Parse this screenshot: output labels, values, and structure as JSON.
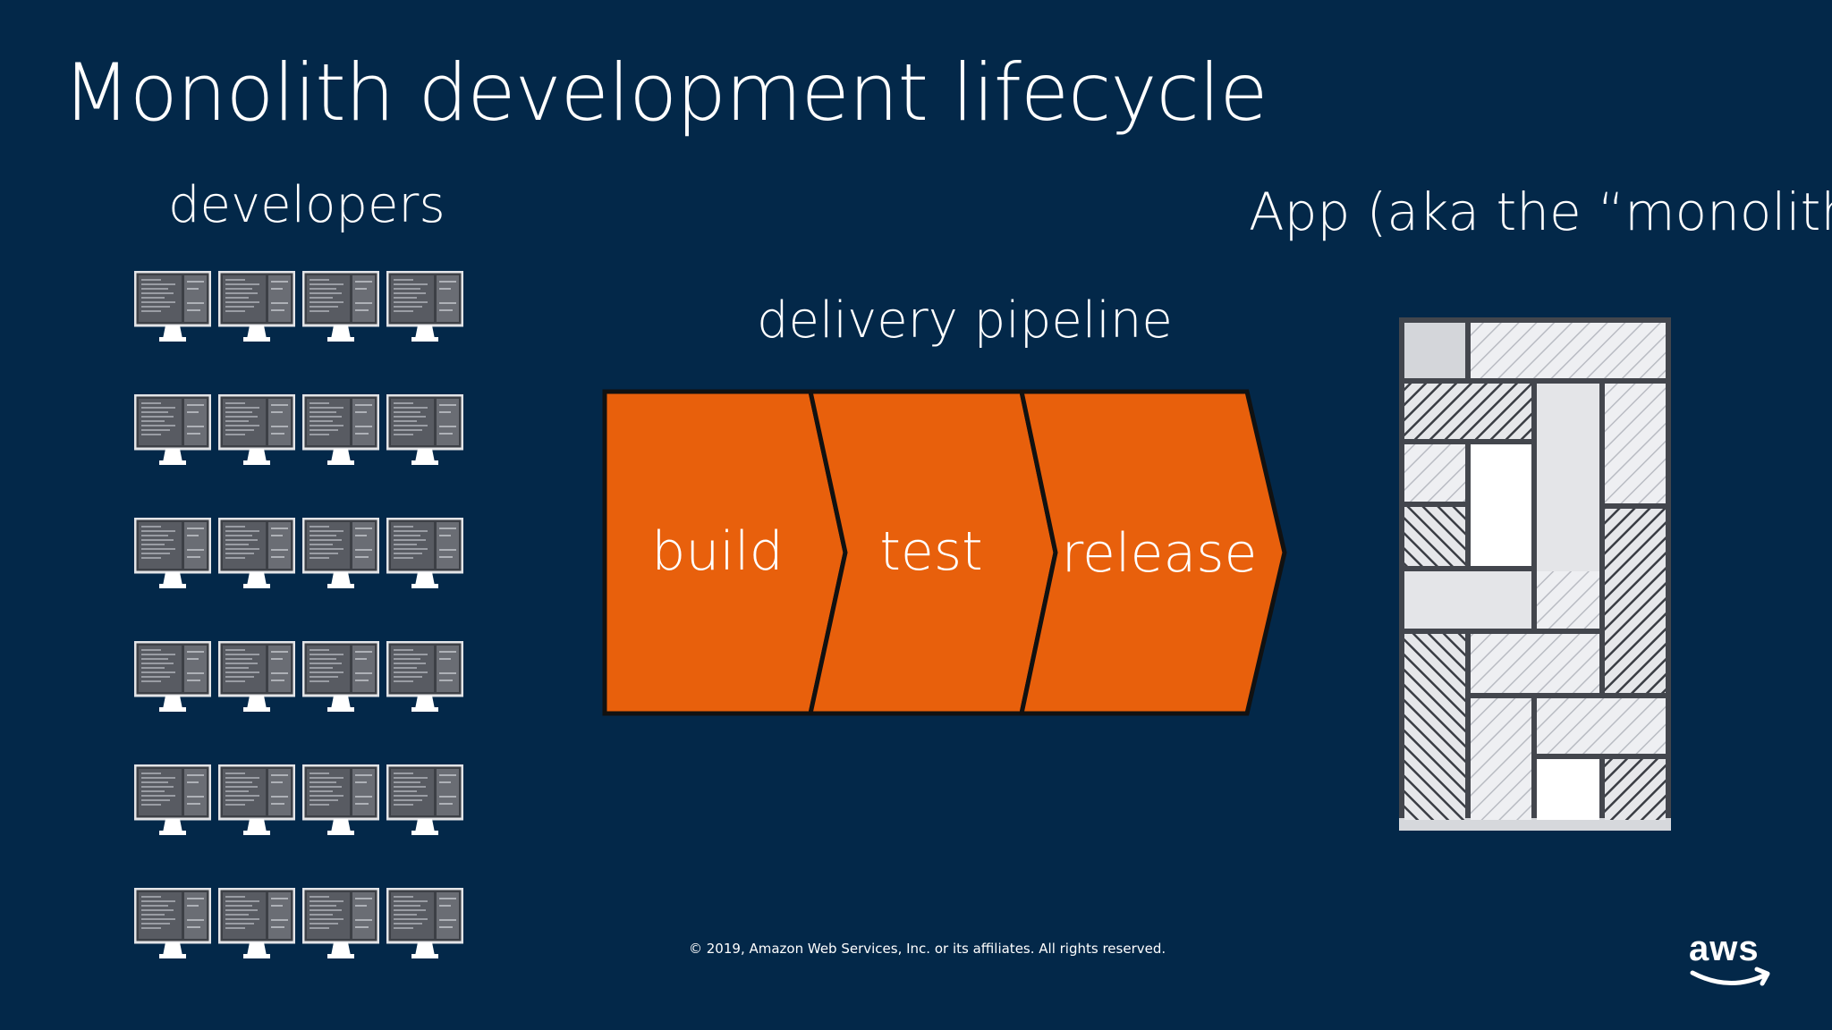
{
  "title": "Monolith development lifecycle",
  "labels": {
    "developers": "developers",
    "pipeline": "delivery pipeline",
    "app": "App (aka the “monolith”)"
  },
  "pipeline": {
    "stages": [
      "build",
      "test",
      "release"
    ]
  },
  "footer": {
    "copyright": "© 2019, Amazon Web Services, Inc. or its affiliates. All rights reserved.",
    "logo_text": "aws"
  },
  "colors": {
    "background": "#032849",
    "pipeline_orange": "#E8600C",
    "text": "#FFFFFF"
  },
  "icons": {
    "developer": "monitor-icon",
    "app": "monolith-icon",
    "brand": "aws-logo-icon"
  }
}
